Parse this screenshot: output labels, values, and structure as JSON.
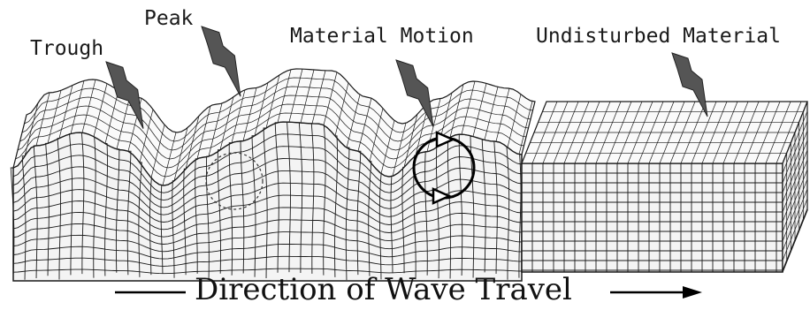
{
  "labels": {
    "trough": "Trough",
    "peak": "Peak",
    "material_motion": "Material Motion",
    "undisturbed_material": "Undisturbed Material"
  },
  "caption": "Direction of Wave Travel",
  "colors": {
    "ink": "#1a1a1a",
    "block_fill": "#f4f4f4",
    "background": "#ffffff"
  },
  "icons": {
    "pointer": "lightning-arrow-icon",
    "motion": "circular-arrow-icon",
    "direction": "right-arrow-icon"
  }
}
